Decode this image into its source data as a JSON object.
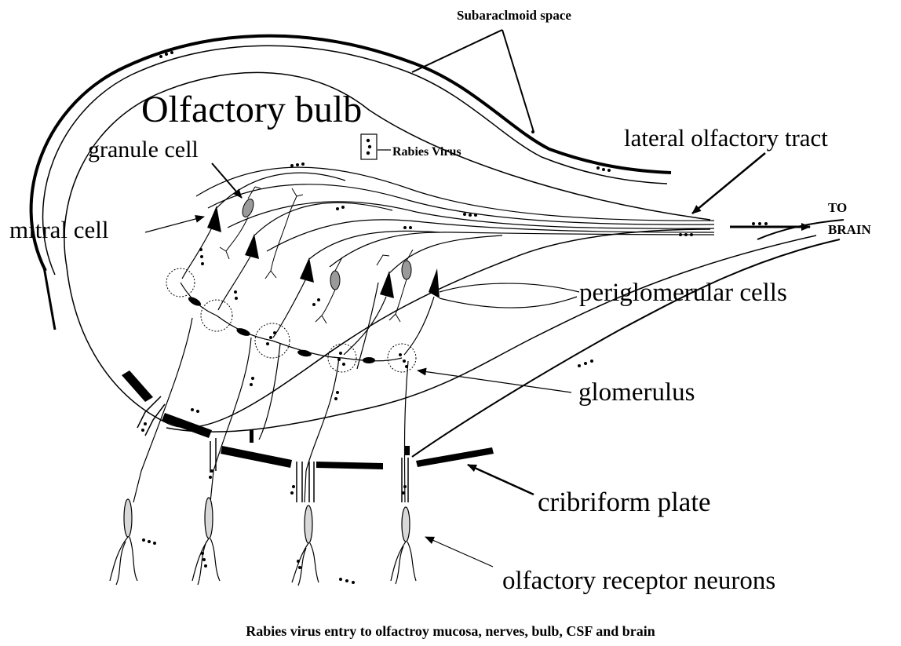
{
  "diagram": {
    "title": "Olfactory bulb",
    "caption": "Rabies virus entry to olfactroy mucosa, nerves, bulb, CSF  and brain",
    "legend": {
      "label": "Rabies Virus",
      "icon": "virus-particles-icon"
    },
    "labels": {
      "subarachnoid": "Subaraclmoid space",
      "lateral_tract": "lateral olfactory tract",
      "granule_cell": "granule cell",
      "mitral_cell": "mitral cell",
      "to_brain_line1": "TO",
      "to_brain_line2": "BRAIN",
      "periglomerular": "periglomerular cells",
      "glomerulus": "glomerulus",
      "cribriform": "cribriform plate",
      "receptor_neurons": "olfactory receptor neurons"
    }
  }
}
